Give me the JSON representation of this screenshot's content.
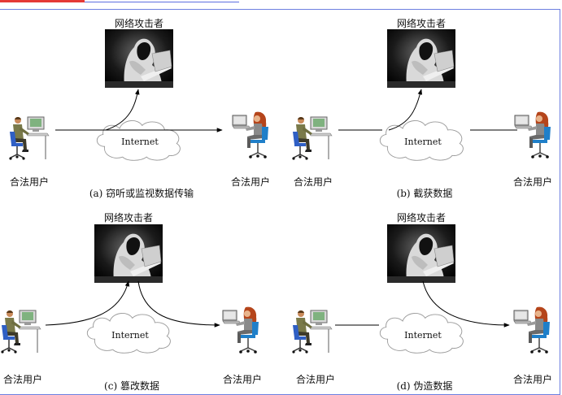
{
  "panels": [
    {
      "attacker_label": "网络攻击者",
      "left_user_label": "合法用户",
      "right_user_label": "合法用户",
      "network_label": "Internet",
      "caption": "(a)  窃听或监视数据传输"
    },
    {
      "attacker_label": "网络攻击者",
      "left_user_label": "合法用户",
      "right_user_label": "合法用户",
      "network_label": "Internet",
      "caption": "(b)  截获数据"
    },
    {
      "attacker_label": "网络攻击者",
      "left_user_label": "合法用户",
      "right_user_label": "合法用户",
      "network_label": "Internet",
      "caption": "(c)  篡改数据"
    },
    {
      "attacker_label": "网络攻击者",
      "left_user_label": "合法用户",
      "right_user_label": "合法用户",
      "network_label": "Internet",
      "caption": "(d)  伪造数据"
    }
  ],
  "colors": {
    "frame": "#6d7fe0",
    "accent_red": "#e53935",
    "cloud_stroke": "#9a9a9a"
  },
  "icons": {
    "attacker": "hooded-hacker-with-laptop-icon",
    "male_user": "man-at-computer-icon",
    "female_user": "woman-at-computer-icon",
    "cloud": "internet-cloud-icon"
  }
}
